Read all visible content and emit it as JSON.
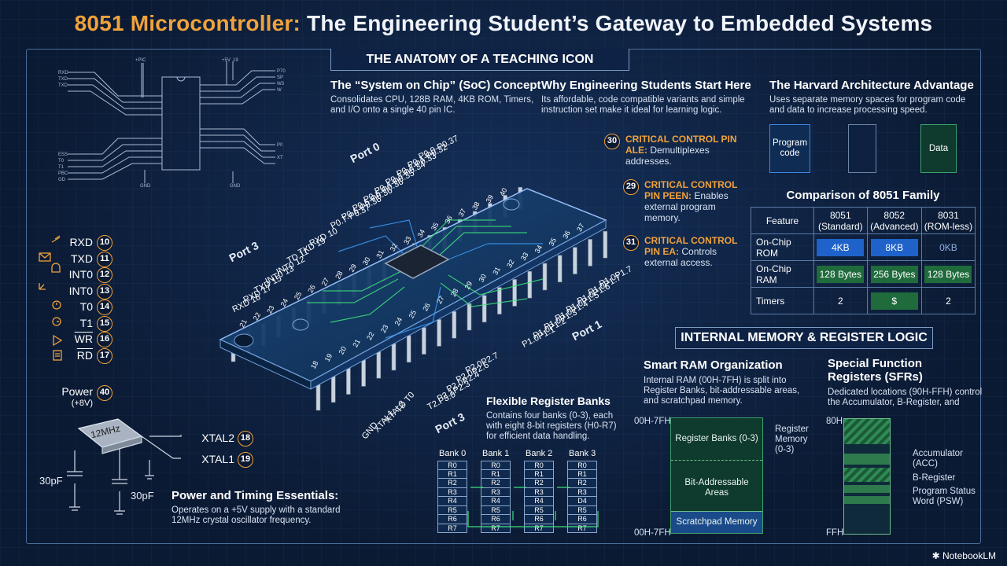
{
  "title": {
    "accent": "8051 Microcontroller:",
    "rest": " The Engineering Student’s Gateway to Embedded Systems"
  },
  "sections": {
    "anatomy": "THE ANATOMY OF A TEACHING ICON",
    "memory": "INTERNAL MEMORY & REGISTER LOGIC"
  },
  "soc": {
    "heading": "The “System on Chip” (SoC) Concept",
    "body1": "Consolidates CPU, 128B RAM, 4KB ROM, Timers,",
    "body2": "and I/O onto a single 40 pin IC."
  },
  "why": {
    "heading": "Why Engineering Students Start Here",
    "body1": "Its affordable, code compatible variants and simple",
    "body2": "instruction set make it ideal for learning logic."
  },
  "harvard": {
    "heading": "The Harvard Architecture Advantage",
    "body1": "Uses separate memory spaces for program code",
    "body2": "and data to increase processing speed.",
    "box_program": "Program code",
    "box_data": "Data"
  },
  "critical": [
    {
      "num": "30",
      "title": "CRITICAL CONTROL PIN",
      "name": "ALE:",
      "desc1": " Demultiplexes",
      "desc2": "addresses."
    },
    {
      "num": "29",
      "title1": "CRITICAL CONTROL",
      "title2": "PIN PEEN:",
      "desc1": " Enables",
      "desc2": "external program",
      "desc3": "memory."
    },
    {
      "num": "31",
      "title1": "CRITICAL CONTROL",
      "title2": "PIN EA:",
      "desc1": " Controls",
      "desc2": "external access."
    }
  ],
  "family": {
    "heading": "Comparison of 8051 Family",
    "headers": [
      "Feature",
      "8051 (Standard)",
      "8052 (Advanced)",
      "8031 (ROM-less)"
    ],
    "rows": [
      [
        "On-Chip ROM",
        "4KB",
        "8KB",
        "0KB"
      ],
      [
        "On-Chip RAM",
        "128 Bytes",
        "256 Bytes",
        "128 Bytes"
      ],
      [
        "Timers",
        "2",
        "$",
        "2"
      ]
    ]
  },
  "port3_pins": [
    {
      "name": "RXD",
      "num": "10"
    },
    {
      "name": "TXD",
      "num": "11"
    },
    {
      "name": "INT0",
      "num": "12"
    },
    {
      "name": "INT0",
      "num": "13"
    },
    {
      "name": "T0",
      "num": "14"
    },
    {
      "name": "T1",
      "num": "15"
    },
    {
      "name": "WR",
      "num": "16"
    },
    {
      "name": "RD",
      "num": "17"
    }
  ],
  "power": {
    "label": "Power",
    "sub": "(+8V)",
    "num": "40"
  },
  "xtal": {
    "crystal": "12MHz",
    "xtal2": "XTAL2",
    "xtal2_num": "18",
    "xtal1": "XTAL1",
    "xtal1_num": "19",
    "cap1": "30pF",
    "cap2": "30pF"
  },
  "timing": {
    "heading": "Power and Timing Essentials:",
    "body1": "Operates on a +5V supply with a standard",
    "body2": "12MHz crystal oscillator frequency."
  },
  "chip": {
    "port0": "Port 0",
    "port1": "Port 1",
    "port3a": "Port 3",
    "port3b": "Port 3",
    "p0_labels": [
      "P0.0-P0.37",
      "P0.1-P0.32",
      "P0.2-P0.33",
      "P0.3-P0.34",
      "P0.4-P0.35",
      "P0.6-P0.36",
      "P0.5-P0.36",
      "P0.6-P0.36",
      "P0.7-P0.37"
    ],
    "p3_labels": [
      "RXD 10",
      "TXD 19",
      "TD 11",
      "INT0 12",
      "INT0 13",
      "TXD 15",
      "RXD 17",
      "RXD 16"
    ],
    "p1_labels": [
      "P1.0P1.7",
      "P1.0P1.7",
      "P1.0P1.6",
      "P1.0P1.5",
      "P1.0P1.4",
      "P1.0P1.3",
      "P1.0P1.2",
      "P1.0P1.1"
    ],
    "p2_labels": [
      "P2.0P2.7",
      "P2.0P2.6",
      "P2.0P2.4",
      "P2.1P2.3",
      "T2.P3.0"
    ],
    "bottom_labels": [
      "TD T0",
      "XTAL2",
      "XTAL1",
      "GND"
    ],
    "top_nums": [
      "40",
      "39",
      "38",
      "37",
      "36",
      "35",
      "34",
      "33",
      "32",
      "31",
      "30",
      "29",
      "28",
      "27",
      "26",
      "25",
      "24",
      "23",
      "22",
      "21"
    ],
    "bottom_nums": [
      "18",
      "19",
      "20",
      "21",
      "22",
      "23",
      "24",
      "25",
      "26",
      "27",
      "28",
      "29",
      "30",
      "31",
      "32",
      "33",
      "34",
      "35",
      "36",
      "37"
    ]
  },
  "banks": {
    "heading": "Flexible Register Banks",
    "body1": "Contains four banks (0-3), each",
    "body2": "with eight 8-bit registers (H0-R7)",
    "body3": "for efficient data handling.",
    "columns": [
      {
        "name": "Bank 0",
        "regs": [
          "R0",
          "R1",
          "R2",
          "R3",
          "R4",
          "R5",
          "R6",
          "R7"
        ]
      },
      {
        "name": "Bank 1",
        "regs": [
          "R0",
          "R1",
          "R2",
          "R3",
          "R4",
          "R5",
          "R6",
          "R7"
        ]
      },
      {
        "name": "Bank 2",
        "regs": [
          "R0",
          "R1",
          "R2",
          "R3",
          "R4",
          "R5",
          "R6",
          "R7"
        ]
      },
      {
        "name": "Bank 3",
        "regs": [
          "R0",
          "R1",
          "R2",
          "R3",
          "D4",
          "R5",
          "R6",
          "R7"
        ]
      }
    ]
  },
  "ram": {
    "heading": "Smart RAM Organization",
    "body1": "Internal RAM (00H-7FH) is split into",
    "body2": "Register Banks, bit-addressable areas,",
    "body3": "and scratchpad memory.",
    "top_addr": "00H-7FH",
    "bottom_addr": "00H-7FH",
    "regions": [
      "Register Banks (0-3)",
      "Bit-Addressable Areas",
      "Scratchpad Memory"
    ],
    "side1": "Register",
    "side2": "Memory",
    "side3": "(0-3)"
  },
  "sfr": {
    "heading1": "Special Function",
    "heading2": "Registers (SFRs)",
    "body1": "Dedicated locations (90H-FFH) control",
    "body2": "the Accumulator, B-Register, and",
    "top_addr": "80H",
    "bottom_addr": "FFH",
    "labels": [
      "Accumulator",
      "(ACC)",
      "B-Register",
      "Program Status",
      "Word (PSW)"
    ]
  },
  "brand": "NotebookLM"
}
